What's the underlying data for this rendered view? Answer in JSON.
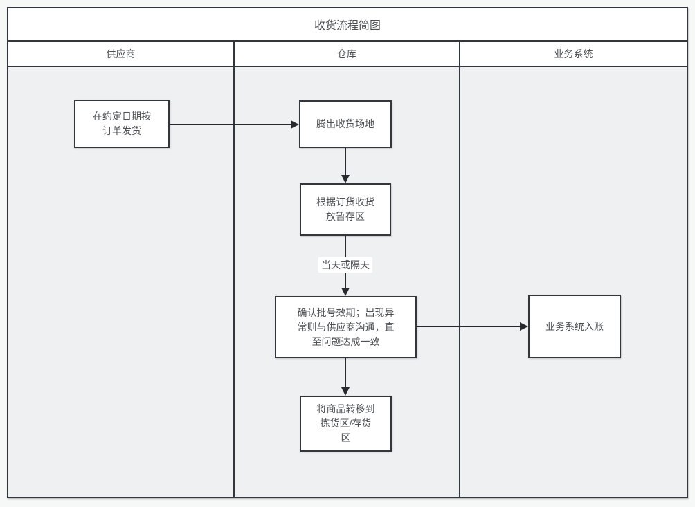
{
  "diagram": {
    "title": "收货流程简图",
    "lanes": [
      {
        "label": "供应商"
      },
      {
        "label": "仓库"
      },
      {
        "label": "业务系统"
      }
    ],
    "nodes": {
      "ship": {
        "label": "在约定日期按\n订单发货"
      },
      "clear_site": {
        "label": "腾出收货场地"
      },
      "receive_temp": {
        "label": "根据订货收货\n放暂存区"
      },
      "confirm_batch": {
        "label": "确认批号效期；出现异\n常则与供应商沟通，直\n至问题达成一致"
      },
      "transfer": {
        "label": "将商品转移到\n拣货区/存货\n区"
      },
      "system_entry": {
        "label": "业务系统入账"
      }
    },
    "edge_labels": {
      "timing": "当天或隔天"
    },
    "colors": {
      "frame_border": "#31373d",
      "text": "#4d5054",
      "lane_bg": "#eff0f1",
      "node_bg": "#ffffff",
      "arrow": "#26292e"
    }
  }
}
